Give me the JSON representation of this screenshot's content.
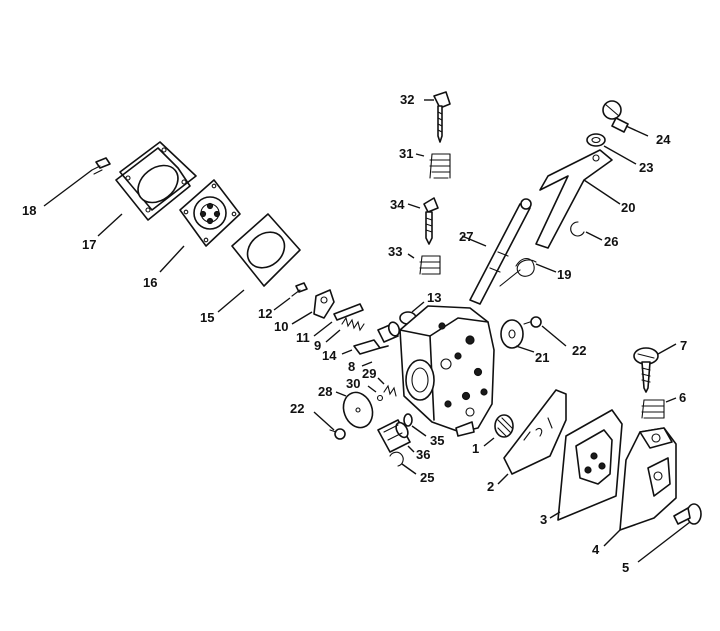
{
  "labels": {
    "p1": "1",
    "p2": "2",
    "p3": "3",
    "p4": "4",
    "p5": "5",
    "p6": "6",
    "p7": "7",
    "p8": "8",
    "p9": "9",
    "p10": "10",
    "p11": "11",
    "p12": "12",
    "p13": "13",
    "p14": "14",
    "p15": "15",
    "p16": "16",
    "p17": "17",
    "p18": "18",
    "p19": "19",
    "p20": "20",
    "p21": "21",
    "p22a": "22",
    "p22b": "22",
    "p23": "23",
    "p24": "24",
    "p25": "25",
    "p26": "26",
    "p27": "27",
    "p28": "28",
    "p29": "29",
    "p30": "30",
    "p31": "31",
    "p32": "32",
    "p33": "33",
    "p34": "34",
    "p35": "35",
    "p36": "36"
  }
}
